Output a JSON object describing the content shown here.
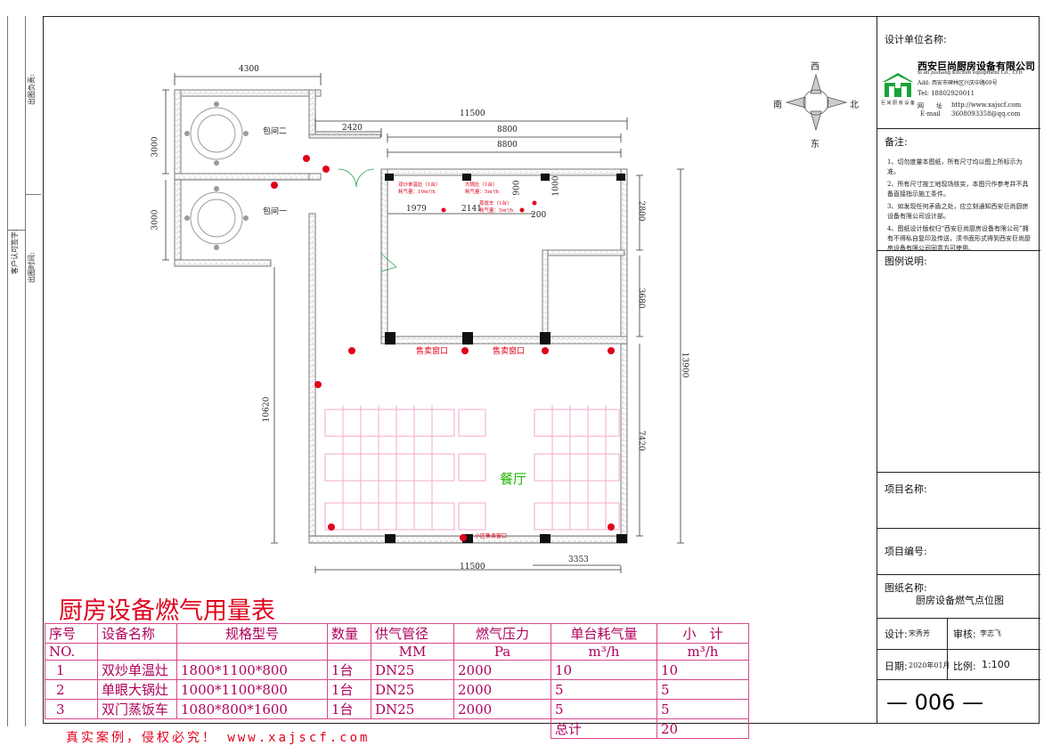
{
  "left_margin": {
    "designer_sig_label": "出图负责:",
    "client_confirm_label": "客户认可签字:",
    "issue_time_label": "出图时间:"
  },
  "compass": {
    "north": "北",
    "south": "南",
    "east": "东",
    "west": "西"
  },
  "dimensions": {
    "top_width": "4300",
    "overall_width_top": "11500",
    "corridor_width": "2420",
    "kitchen_width_1": "8800",
    "kitchen_width_2": "8800",
    "room_height_1": "3000",
    "room_height_2": "3000",
    "left_height": "10620",
    "right_total_height": "13900",
    "right_seg_1": "2800",
    "right_seg_2": "3680",
    "right_seg_3": "7420",
    "bottom_width": "11500",
    "bottom_right_width": "3353",
    "equip_spacing_1": "1979",
    "equip_spacing_2": "2141",
    "equip_offset_900": "900",
    "equip_offset_1000": "1000",
    "equip_offset_200": "200"
  },
  "rooms": {
    "private_room_2": "包间二",
    "private_room_1": "包间一",
    "dining_hall": "餐厅",
    "service_window_1": "售卖窗口",
    "service_window_2": "售卖窗口",
    "small_window": "小区售卖窗口"
  },
  "equipment_labels": {
    "eq1_name": "双炒单温灶（1台）",
    "eq1_gas": "耗气量：10m³/h",
    "eq2_name": "大锅灶（1台）",
    "eq2_gas": "耗气量：5m³/h",
    "eq3_name": "蒸饭车（1台）",
    "eq3_gas": "耗气量：5m³/h"
  },
  "gas_table": {
    "title": "厨房设备燃气用量表",
    "headers": [
      "序号",
      "设备名称",
      "规格型号",
      "数量",
      "供气管径",
      "燃气压力",
      "单台耗气量",
      "小　计"
    ],
    "subheaders": [
      "NO.",
      "",
      "",
      "",
      "MM",
      "Pa",
      "m³/h",
      "m³/h"
    ],
    "rows": [
      [
        "1",
        "双炒单温灶",
        "1800*1100*800",
        "1台",
        "DN25",
        "2000",
        "10",
        "10"
      ],
      [
        "2",
        "单眼大锅灶",
        "1000*1100*800",
        "1台",
        "DN25",
        "2000",
        "5",
        "5"
      ],
      [
        "3",
        "双门蒸饭车",
        "1080*800*1600",
        "1台",
        "DN25",
        "2000",
        "5",
        "5"
      ]
    ],
    "total_label": "总计",
    "total_value": "20"
  },
  "title_block": {
    "design_unit_label": "设计单位名称:",
    "company_cn": "西安巨尚厨房设备有限公司",
    "company_en": "xi an jushang Kitchen equipment Co., LTD",
    "address": "Add: 西安市碑林区兴庆中路69号",
    "tel": "Tel: 18802920011",
    "web_label": "网　　址",
    "web": "http://www.xajscf.com",
    "email_label": "E-mail",
    "email": "3608093358@qq.com",
    "logo_caption": "巨 尚 厨 房 设 备",
    "notes_label": "备注:",
    "notes": [
      "1、切勿度量本图纸，所有尺寸均以图上所标示为准。",
      "2、所有尺寸按工地现场核实，本图只作参考并不具备直接指示施工条件。",
      "3、如发现任何矛盾之处，应立刻通知西安巨尚厨房设备有限公司设计部。",
      "4、图纸设计版权归“西安巨尚厨房设备有限公司”拥有不得私自复印及传送，须书面形式得到西安巨尚厨房设备有限公司同意方可使用。"
    ],
    "drawing_desc_label": "图例说明:",
    "project_name_label": "项目名称:",
    "project_no_label": "项目编号:",
    "drawing_name_label": "图纸名称:",
    "drawing_name": "厨房设备燃气点位图",
    "designer_label": "设计:",
    "designer": "宋秀芳",
    "reviewer_label": "审核:",
    "reviewer": "李志飞",
    "date_label": "日期:",
    "date": "2020年01月",
    "scale_label": "比例:",
    "scale": "1:100",
    "sheet_no": "— 006 —"
  },
  "footer": {
    "watermark": "真实案例，侵权必究！ www.xajscf.com"
  },
  "colors": {
    "wall": "#8a8a8a",
    "dimension": "#333333",
    "gas_red": "#e0001b",
    "table_pink": "#d84a8c",
    "green_logo": "#1aa33a",
    "dining_green": "#1fb400"
  }
}
